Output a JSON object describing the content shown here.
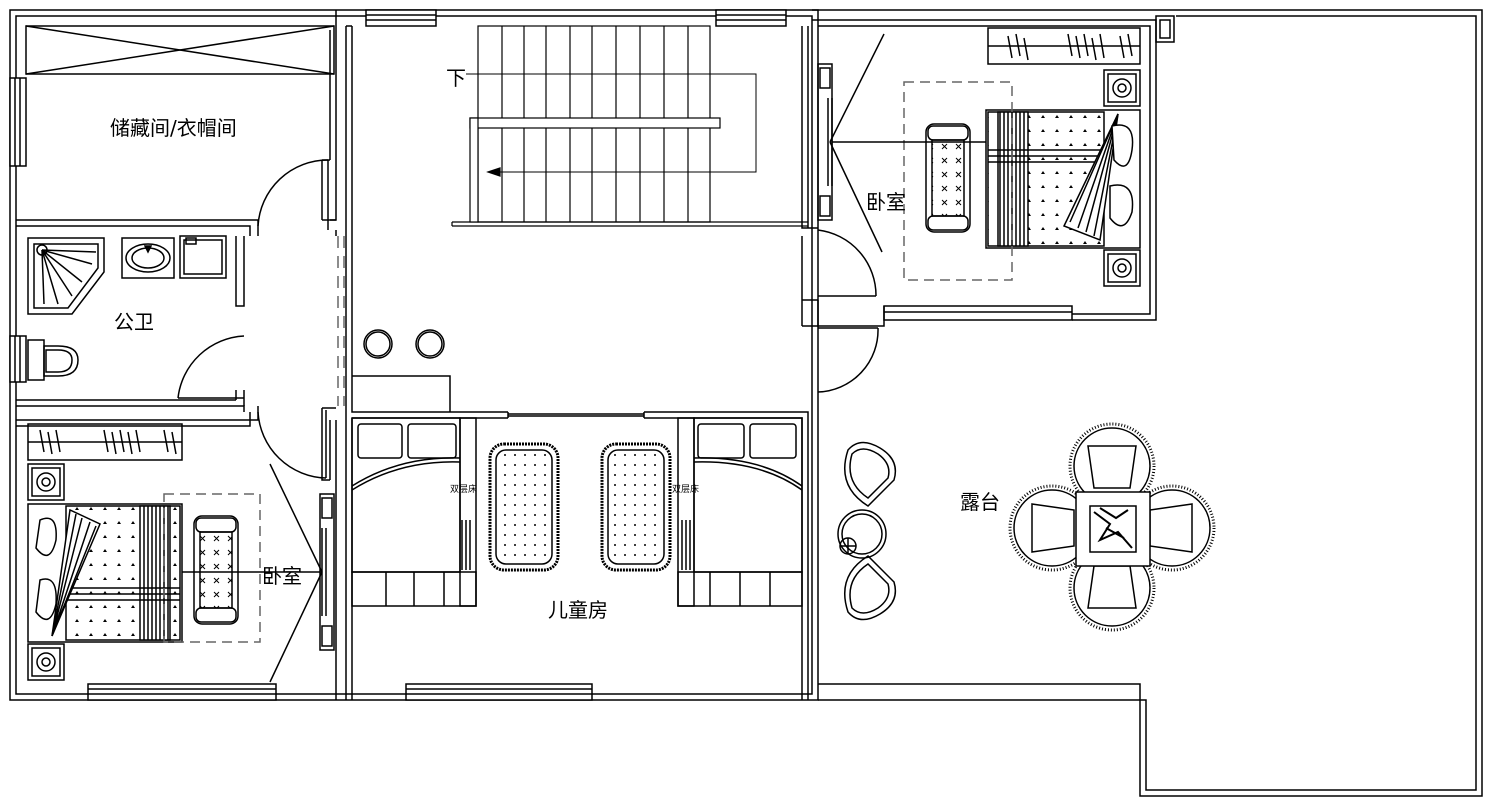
{
  "rooms": {
    "storage": "储藏间/衣帽间",
    "bathroom": "公卫",
    "bedroom_ne": "卧室",
    "bedroom_sw": "卧室",
    "kids_room": "儿童房",
    "terrace": "露台"
  },
  "stair": {
    "down": "下"
  },
  "furniture": {
    "bed_left": "双层床",
    "bed_right": "双层床"
  },
  "colors": {
    "line": "#000000",
    "dashed": "#666666",
    "background": "#ffffff"
  }
}
